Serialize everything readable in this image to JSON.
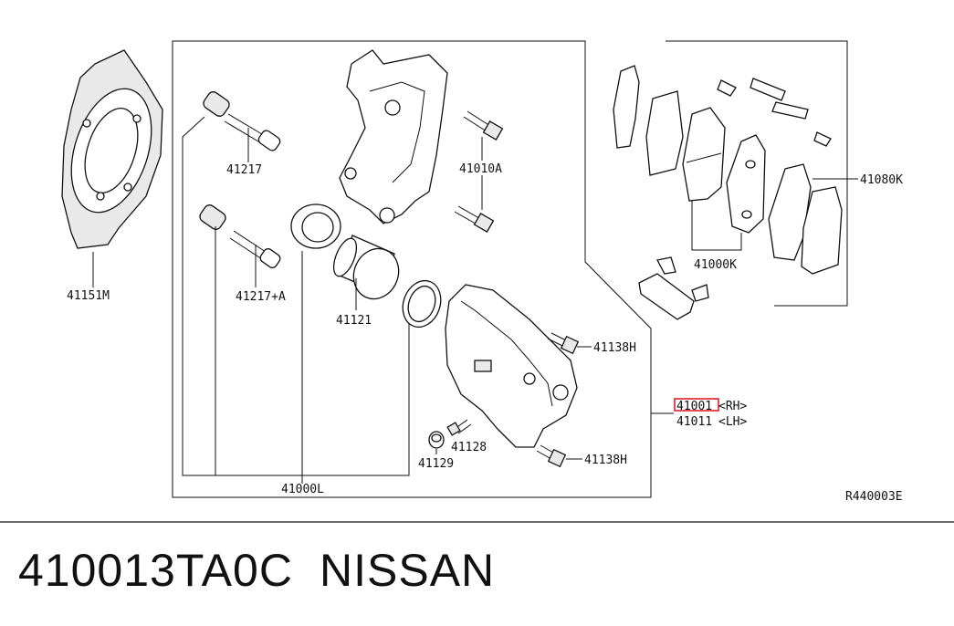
{
  "diagram": {
    "labels": {
      "p41151M": "41151M",
      "p41217": "41217",
      "p41217A": "41217+A",
      "p41010A": "41010A",
      "p41121": "41121",
      "p41000L": "41000L",
      "p41129": "41129",
      "p41128": "41128",
      "p41138H_top": "41138H",
      "p41138H_bottom": "41138H",
      "p41001": "41001",
      "p41001_side": "<RH>",
      "p41011": "41011",
      "p41011_side": "<LH>",
      "p41080K": "41080K",
      "p41000K": "41000K",
      "ref_code": "R440003E"
    },
    "highlight_color": "#e0202a"
  },
  "footer": {
    "part_number": "410013TA0C",
    "brand": "NISSAN"
  }
}
